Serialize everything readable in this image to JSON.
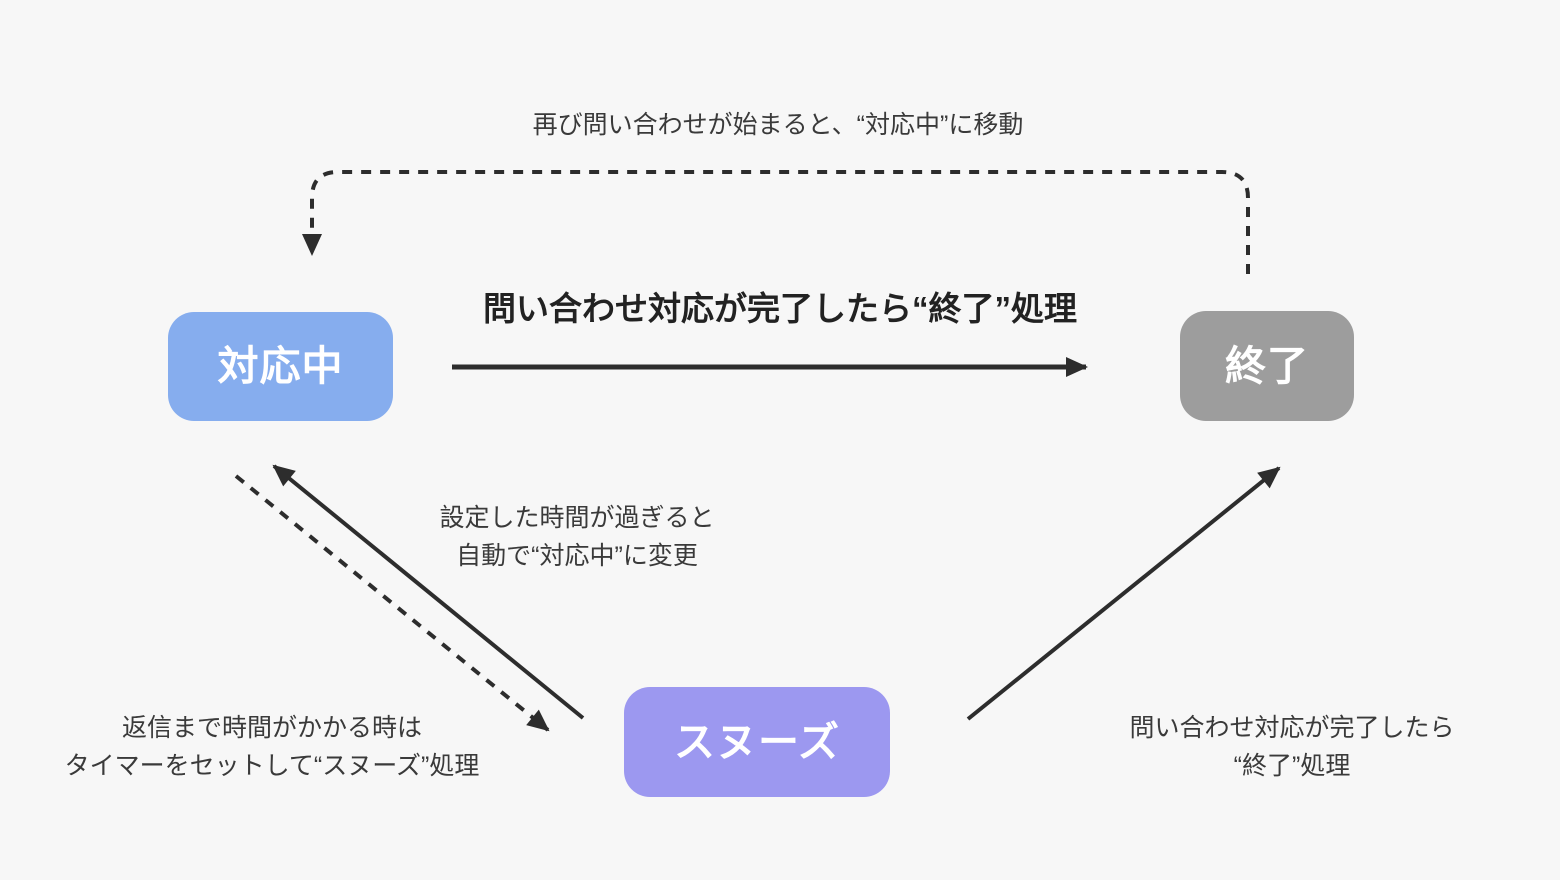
{
  "canvas": {
    "background_color": "#f7f7f7",
    "arrow_color": "#2d2d2d",
    "text_color": "#3a3a3a"
  },
  "nodes": {
    "in_progress": {
      "label": "対応中",
      "color": "#86adee"
    },
    "closed": {
      "label": "終了",
      "color": "#9d9d9d"
    },
    "snoozed": {
      "label": "スヌーズ",
      "color": "#9c98f0"
    }
  },
  "edges": {
    "reopen": {
      "label": "再び問い合わせが始まると、“対応中”に移動",
      "style": "dashed",
      "from": "closed",
      "to": "in_progress"
    },
    "complete": {
      "label": "問い合わせ対応が完了したら“終了”処理",
      "style": "solid",
      "from": "in_progress",
      "to": "closed"
    },
    "snooze_release": {
      "label_line1": "設定した時間が過ぎると",
      "label_line2": "自動で“対応中”に変更",
      "style": "solid",
      "from": "snoozed",
      "to": "in_progress"
    },
    "snooze_set": {
      "label_line1": "返信まで時間がかかる時は",
      "label_line2": "タイマーをセットして“スヌーズ”処理",
      "style": "dashed",
      "from": "in_progress",
      "to": "snoozed"
    },
    "snooze_close": {
      "label_line1": "問い合わせ対応が完了したら",
      "label_line2": "“終了”処理",
      "style": "solid",
      "from": "snoozed",
      "to": "closed"
    }
  }
}
